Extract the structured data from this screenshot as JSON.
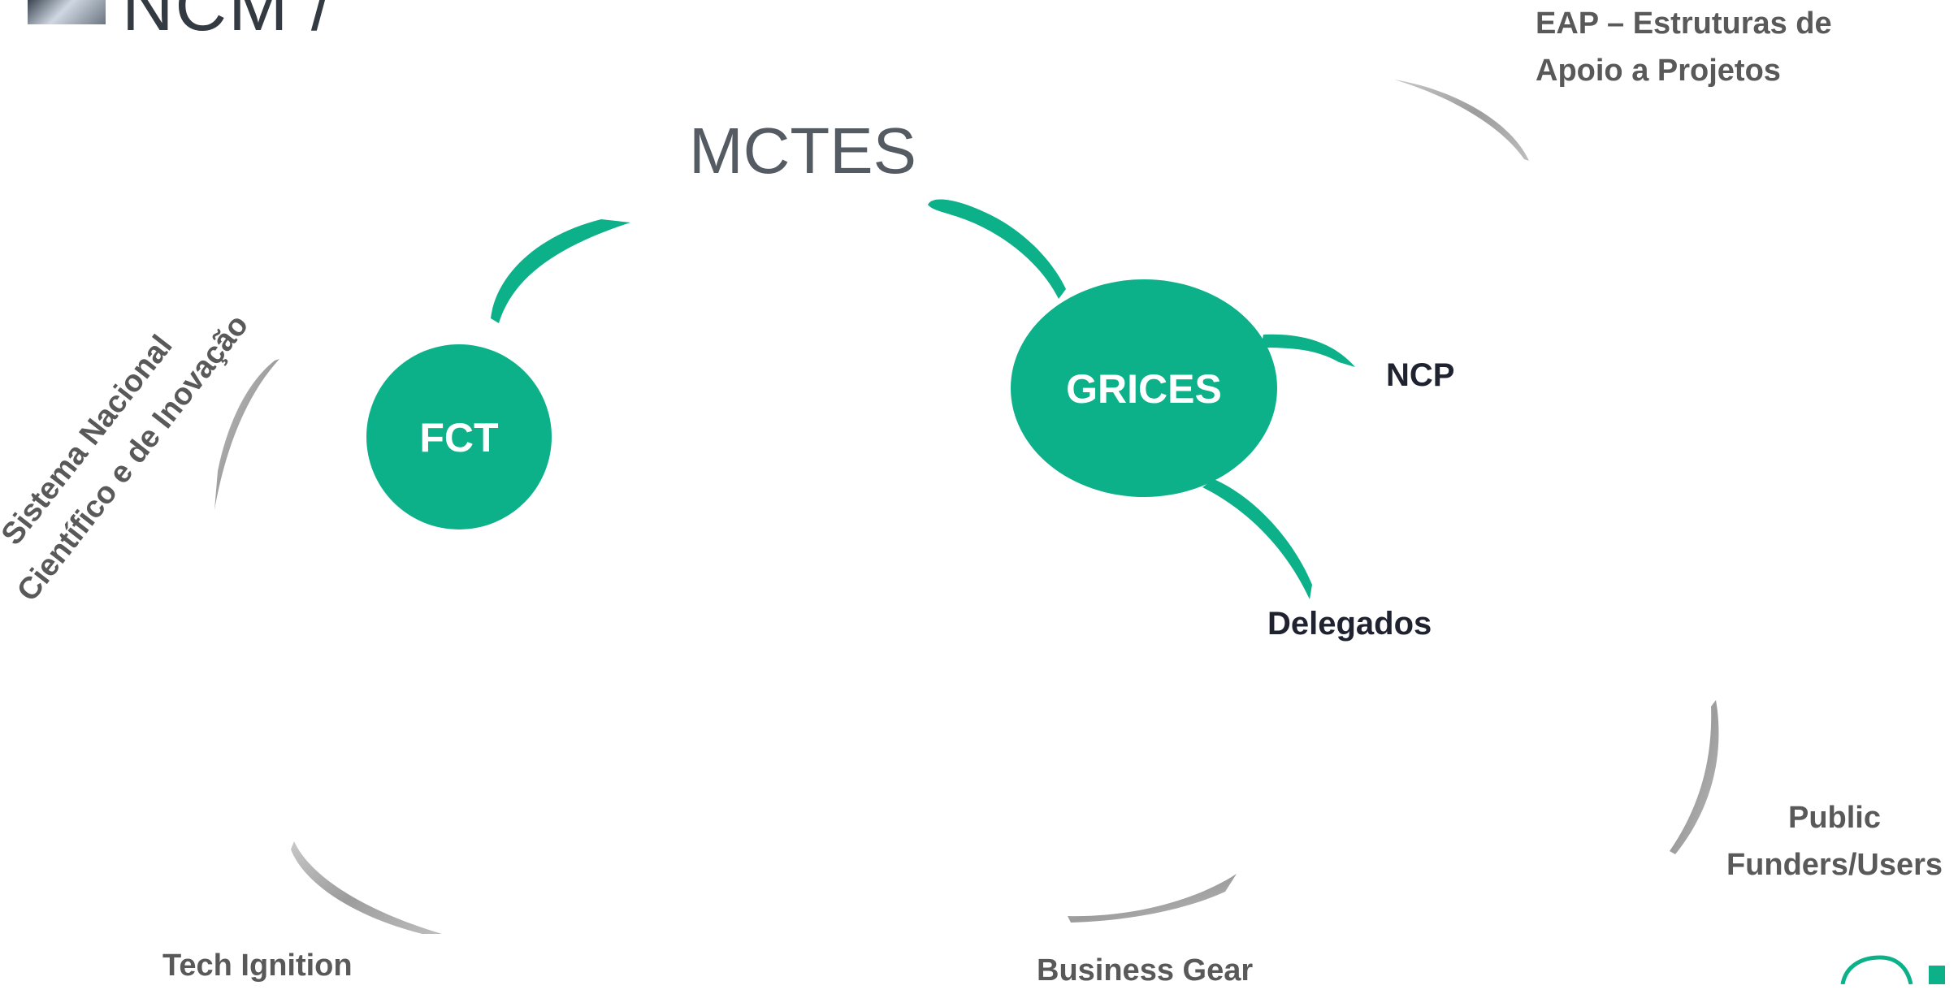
{
  "header": {
    "title_fragment": "NCM / "
  },
  "hub": {
    "label": "MCTES"
  },
  "nodes": {
    "fct": {
      "label": "FCT",
      "color": "#0cb189"
    },
    "grices": {
      "label": "GRICES",
      "color": "#0cb189"
    }
  },
  "branches": {
    "ncp": "NCP",
    "delegados": "Delegados"
  },
  "outer_labels": {
    "eap_line1": "EAP – Estruturas de",
    "eap_line2": "Apoio a Projetos",
    "sncti_line1": "Sistema Nacional",
    "sncti_line2": "Científico e de Inovação",
    "public_line1": "Public",
    "public_line2": "Funders/Users",
    "tech": "Tech Ignition",
    "business": "Business Gear"
  },
  "colors": {
    "accent": "#0cb189",
    "grey_arc": "#a6a6a6",
    "text_grey": "#595959"
  },
  "icons": [
    "logo-thumbnail",
    "corner-logo-icon"
  ]
}
